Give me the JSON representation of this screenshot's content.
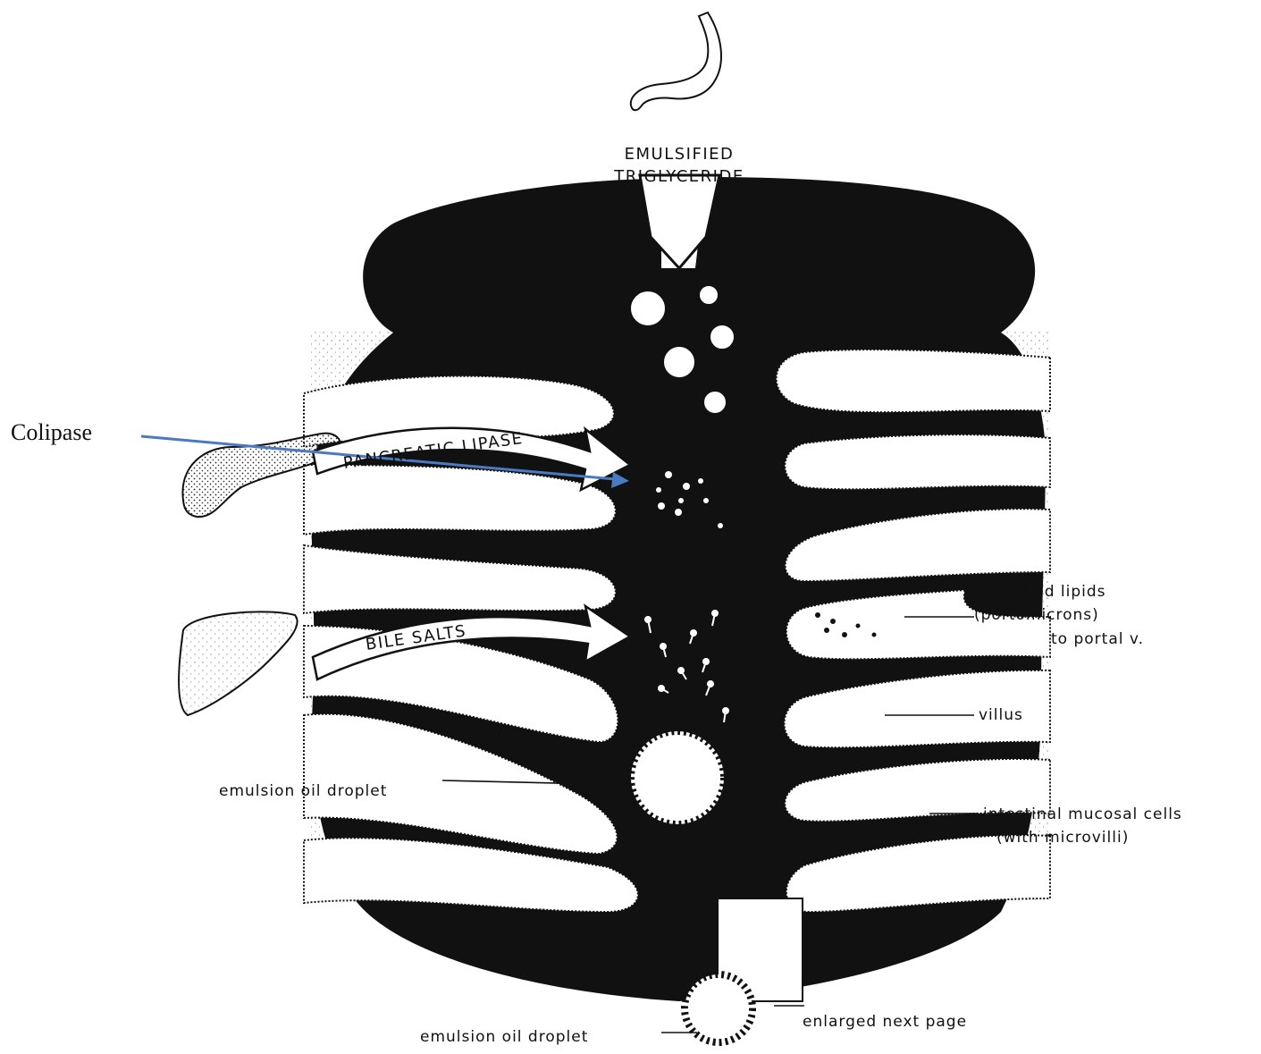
{
  "title_lines": [
    "EMULSIFIED",
    "TRIGLYCERIDE"
  ],
  "arrow_labels": {
    "pancreatic_lipase": "PANCREATIC LIPASE",
    "bile_salts": "BILE SALTS"
  },
  "annotation": {
    "colipase": "Colipase",
    "arrow_color": "#4a7abf"
  },
  "labels": {
    "absorbed_lipids": "absorbed lipids",
    "portomicrons": "(portomicrons)",
    "to_portal": "to portal v.",
    "villus": "villus",
    "emulsion_oil_droplet_mid": "emulsion oil droplet",
    "intestinal_mucosal": "intestinal mucosal cells",
    "with_microvilli": "(with microvilli)",
    "emulsion_oil_droplet_bottom": "emulsion oil droplet",
    "enlarged": "enlarged next page"
  },
  "colors": {
    "ink": "#111111",
    "stipple": "#9a9a9a",
    "paper": "#ffffff"
  }
}
